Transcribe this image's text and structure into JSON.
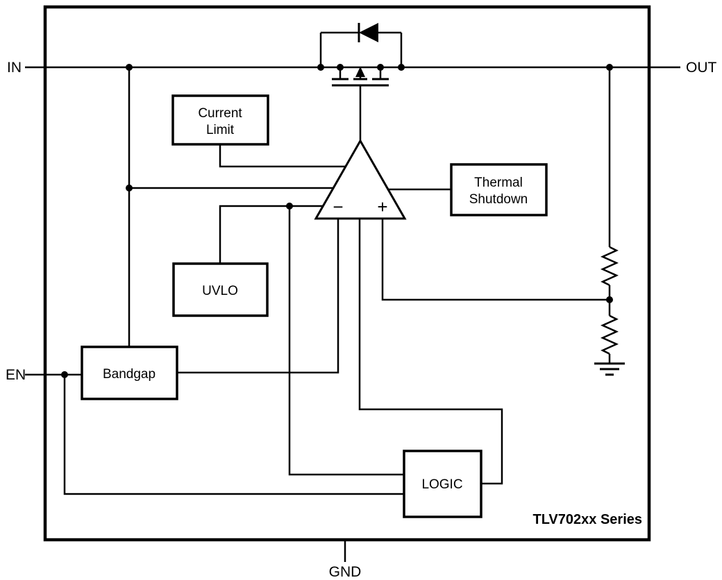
{
  "diagram": {
    "title": "TLV702xx Series",
    "pins": {
      "in": "IN",
      "out": "OUT",
      "en": "EN",
      "gnd": "GND"
    },
    "blocks": {
      "current_limit_line1": "Current",
      "current_limit_line2": "Limit",
      "thermal_line1": "Thermal",
      "thermal_line2": "Shutdown",
      "uvlo": "UVLO",
      "bandgap": "Bandgap",
      "logic": "LOGIC"
    },
    "amplifier": {
      "inverting": "−",
      "noninverting": "+"
    },
    "colors": {
      "line": "#000000",
      "background": "#ffffff"
    }
  }
}
